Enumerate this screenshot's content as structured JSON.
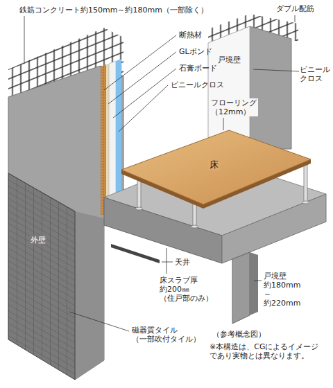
{
  "diagram": {
    "labels": [
      "鉄筋コンクリート約150mm～約180mm（一部除く）",
      "ダブル配筋",
      "断熱材",
      "GLボンド",
      "石膏ボード",
      "ビニールクロス",
      "戸境壁",
      "ビニール クロス",
      "フローリング （12mm）",
      "床",
      "外壁",
      "天井",
      "戸境壁 約180mm～ 約220mm",
      "床スラブ厚 約200㎜ （住戸部のみ）",
      "磁器質タイル （一部吹付タイル）",
      "（参考概念図）",
      "※本構造は、CGによるイメージ であり実物とは異なります。"
    ]
  }
}
